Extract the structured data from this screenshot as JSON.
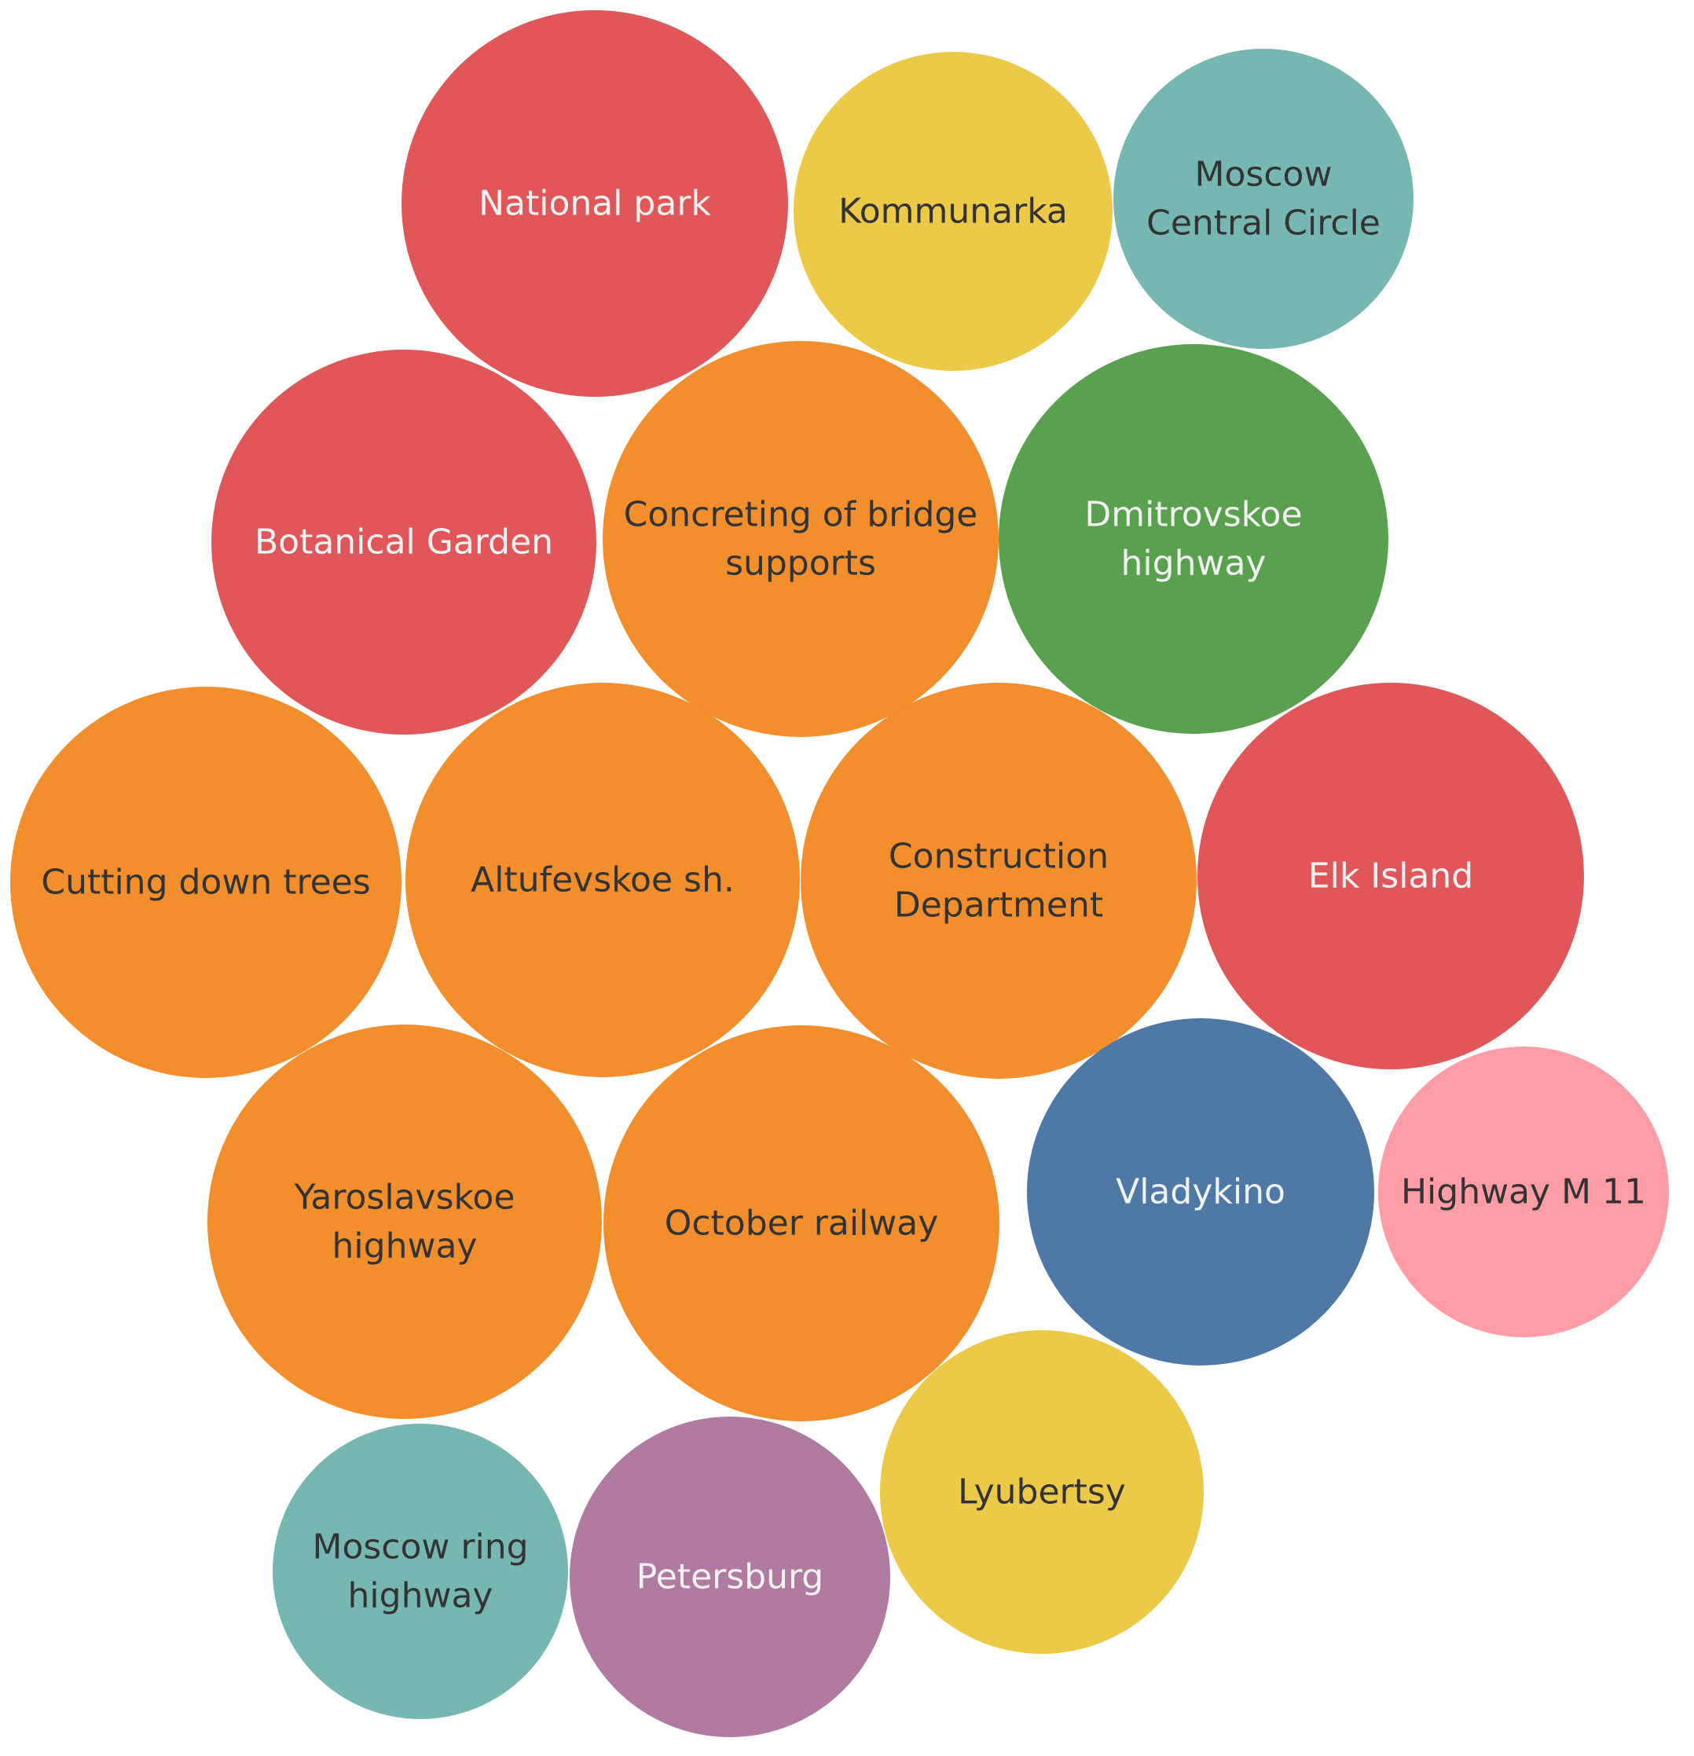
{
  "chart_data": {
    "type": "packed-bubble",
    "colors": {
      "red": "#E15759",
      "yellow": "#EDC948",
      "teal": "#76B7B2",
      "orange": "#F28E2B",
      "green": "#59A14F",
      "blue": "#4E79A7",
      "pink": "#FF9DA7",
      "purple": "#B07AA1",
      "dark_text": "#333333",
      "light_text": "#F2F2F2"
    },
    "bubbles": [
      {
        "label": "National park",
        "lines": [
          "National park"
        ],
        "color": "red",
        "text": "light_text"
      },
      {
        "label": "Kommunarka",
        "lines": [
          "Kommunarka"
        ],
        "color": "yellow",
        "text": "dark_text"
      },
      {
        "label": "Moscow Central Circle",
        "lines": [
          "Moscow",
          "Central Circle"
        ],
        "color": "teal",
        "text": "dark_text"
      },
      {
        "label": "Botanical Garden",
        "lines": [
          "Botanical Garden"
        ],
        "color": "red",
        "text": "light_text"
      },
      {
        "label": "Concreting of bridge supports",
        "lines": [
          "Concreting of bridge",
          "supports"
        ],
        "color": "orange",
        "text": "dark_text"
      },
      {
        "label": "Dmitrovskoe highway",
        "lines": [
          "Dmitrovskoe",
          "highway"
        ],
        "color": "green",
        "text": "light_text"
      },
      {
        "label": "Cutting down trees",
        "lines": [
          "Cutting down trees"
        ],
        "color": "orange",
        "text": "dark_text"
      },
      {
        "label": "Altufevskoe sh.",
        "lines": [
          "Altufevskoe sh."
        ],
        "color": "orange",
        "text": "dark_text"
      },
      {
        "label": "Construction Department",
        "lines": [
          "Construction",
          "Department"
        ],
        "color": "orange",
        "text": "dark_text"
      },
      {
        "label": "Elk Island",
        "lines": [
          "Elk Island"
        ],
        "color": "red",
        "text": "light_text"
      },
      {
        "label": "Yaroslavskoe highway",
        "lines": [
          "Yaroslavskoe",
          "highway"
        ],
        "color": "orange",
        "text": "dark_text"
      },
      {
        "label": "October railway",
        "lines": [
          "October railway"
        ],
        "color": "orange",
        "text": "dark_text"
      },
      {
        "label": "Vladykino",
        "lines": [
          "Vladykino"
        ],
        "color": "blue",
        "text": "light_text"
      },
      {
        "label": "Highway M 11",
        "lines": [
          "Highway M 11"
        ],
        "color": "pink",
        "text": "dark_text"
      },
      {
        "label": "Lyubertsy",
        "lines": [
          "Lyubertsy"
        ],
        "color": "yellow",
        "text": "dark_text"
      },
      {
        "label": "Moscow ring highway",
        "lines": [
          "Moscow ring",
          "highway"
        ],
        "color": "teal",
        "text": "dark_text"
      },
      {
        "label": "Petersburg",
        "lines": [
          "Petersburg"
        ],
        "color": "purple",
        "text": "light_text"
      }
    ]
  }
}
